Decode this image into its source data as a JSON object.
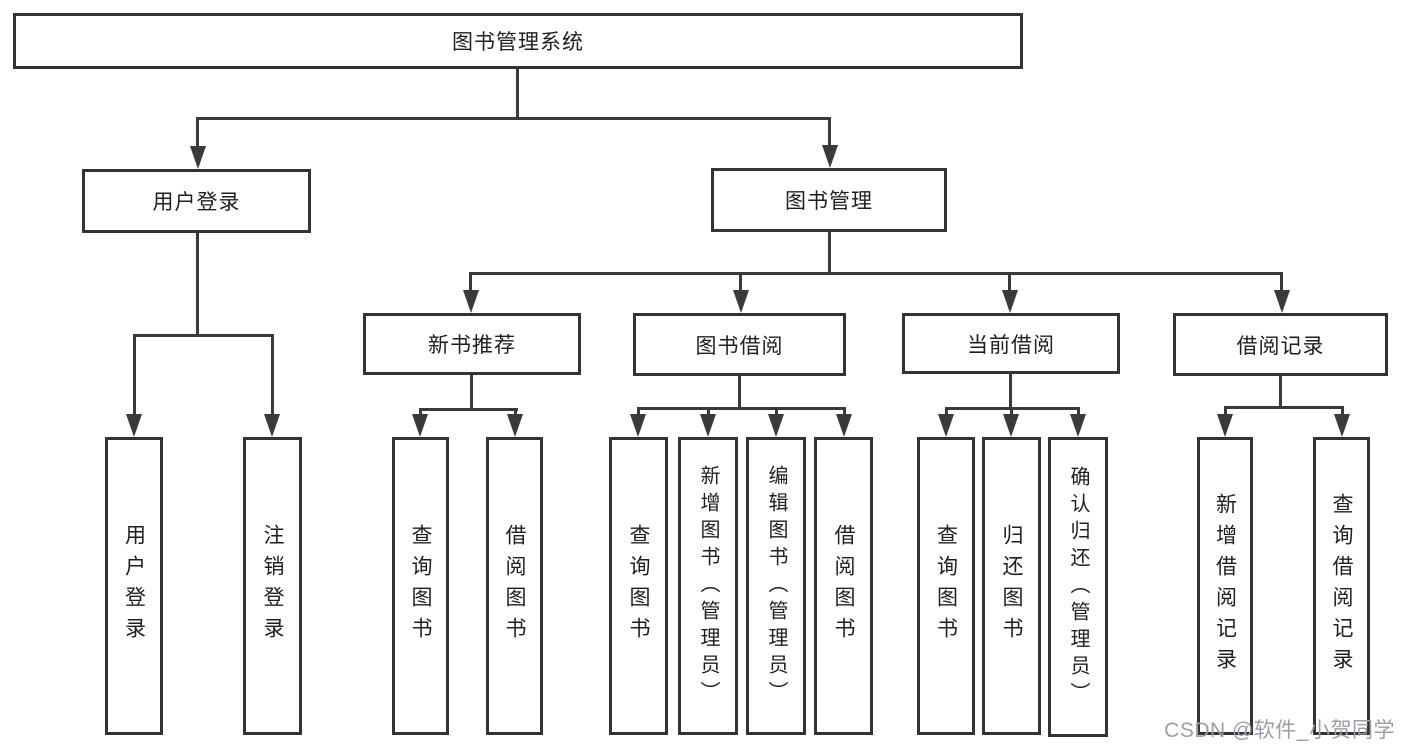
{
  "diagram": {
    "title_node": {
      "label": "图书管理系统"
    },
    "level1": [
      {
        "label": "用户登录"
      },
      {
        "label": "图书管理"
      }
    ],
    "level2": [
      {
        "label": "新书推荐"
      },
      {
        "label": "图书借阅"
      },
      {
        "label": "当前借阅"
      },
      {
        "label": "借阅记录"
      }
    ],
    "leaves": {
      "user_login": [
        {
          "label": "用户登录"
        },
        {
          "label": "注销登录"
        }
      ],
      "new_book": [
        {
          "label": "查询图书"
        },
        {
          "label": "借阅图书"
        }
      ],
      "book_borrow": [
        {
          "label": "查询图书"
        },
        {
          "label": "新增图书（管理员）"
        },
        {
          "label": "编辑图书（管理员）"
        },
        {
          "label": "借阅图书"
        }
      ],
      "current_borrow": [
        {
          "label": "查询图书"
        },
        {
          "label": "归还图书"
        },
        {
          "label": "确认归还（管理员）"
        }
      ],
      "borrow_record": [
        {
          "label": "新增借阅记录"
        },
        {
          "label": "查询借阅记录"
        }
      ]
    },
    "watermark": "CSDN @软件_小贺同学",
    "colors": {
      "line": "#3a3a3a",
      "box_border": "#333333",
      "background": "#ffffff",
      "watermark_text": "#9b9ea6"
    }
  }
}
